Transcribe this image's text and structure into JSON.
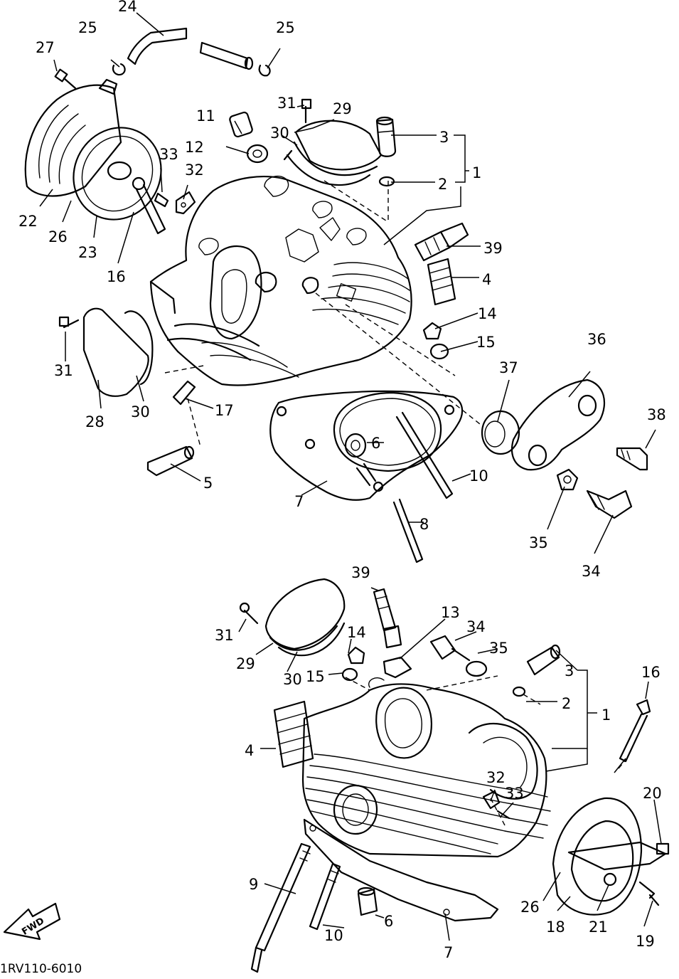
{
  "diagram": {
    "drawing_code": "1RV110-6010",
    "fwd_label": "FWD",
    "labels": {
      "upper": [
        "24",
        "25",
        "25",
        "27",
        "31",
        "29",
        "3",
        "11",
        "30",
        "12",
        "2",
        "1",
        "33",
        "32",
        "22",
        "26",
        "23",
        "39",
        "16",
        "4",
        "14",
        "15",
        "31",
        "36",
        "37",
        "28",
        "30",
        "17",
        "38",
        "6",
        "10",
        "5",
        "7",
        "35",
        "8",
        "34"
      ],
      "lower": [
        "39",
        "13",
        "31",
        "34",
        "14",
        "35",
        "29",
        "3",
        "16",
        "30",
        "15",
        "2",
        "1",
        "4",
        "32",
        "33",
        "20",
        "9",
        "26",
        "6",
        "18",
        "21",
        "10",
        "19",
        "7"
      ]
    }
  }
}
